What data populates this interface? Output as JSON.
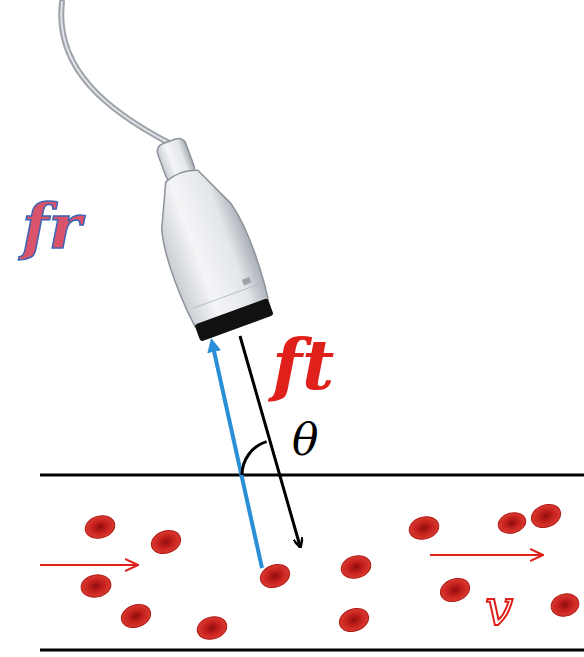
{
  "diagram": {
    "labels": [
      "fr",
      "ft",
      "θ",
      "v"
    ]
  }
}
